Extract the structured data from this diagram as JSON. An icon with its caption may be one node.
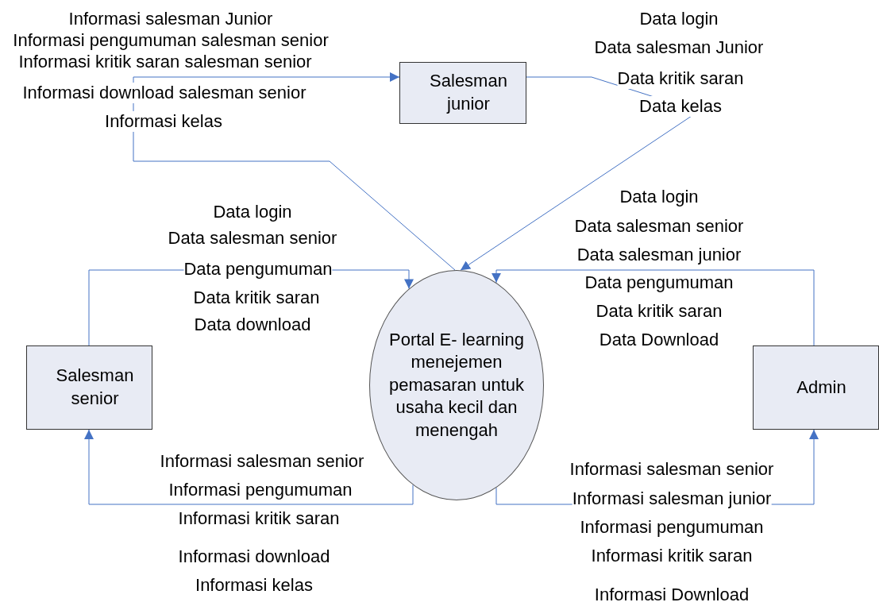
{
  "diagram": {
    "nodes": [
      {
        "text": [
          "Salesman junior"
        ]
      },
      {
        "text": [
          "Salesman senior"
        ]
      },
      {
        "text": [
          "Portal E- learning menejemen pemasaran untuk usaha kecil dan menengah"
        ]
      },
      {
        "text": [
          "Admin"
        ]
      }
    ],
    "edges": [
      {
        "from": 2,
        "to": 0,
        "arrow": "to"
      },
      {
        "from": 0,
        "to": 2,
        "arrow": "to"
      },
      {
        "from": 1,
        "to": 2,
        "arrow": "to"
      },
      {
        "from": 3,
        "to": 2,
        "arrow": "to"
      },
      {
        "from": 2,
        "to": 1,
        "arrow": "to"
      },
      {
        "from": 2,
        "to": 3,
        "arrow": "to"
      }
    ],
    "labels": [
      "Informasi salesman Junior",
      "Informasi pengumuman salesman senior",
      "Informasi kritik saran salesman senior",
      "Informasi download salesman senior",
      "Informasi kelas",
      "Data login",
      "Data salesman Junior",
      "Data kritik saran",
      "Data kelas",
      "Data login",
      "Data salesman senior",
      "Data pengumuman",
      "Data kritik saran",
      "Data download",
      "Data login",
      "Data salesman senior",
      "Data salesman junior",
      "Data pengumuman",
      "Data kritik saran",
      "Data Download",
      "Informasi salesman senior",
      "Informasi pengumuman",
      "Informasi kritik saran",
      "Informasi download",
      "Informasi kelas",
      "Informasi salesman senior",
      "Informasi salesman junior",
      "Informasi pengumuman",
      "Informasi kritik saran",
      "Informasi Download"
    ]
  }
}
